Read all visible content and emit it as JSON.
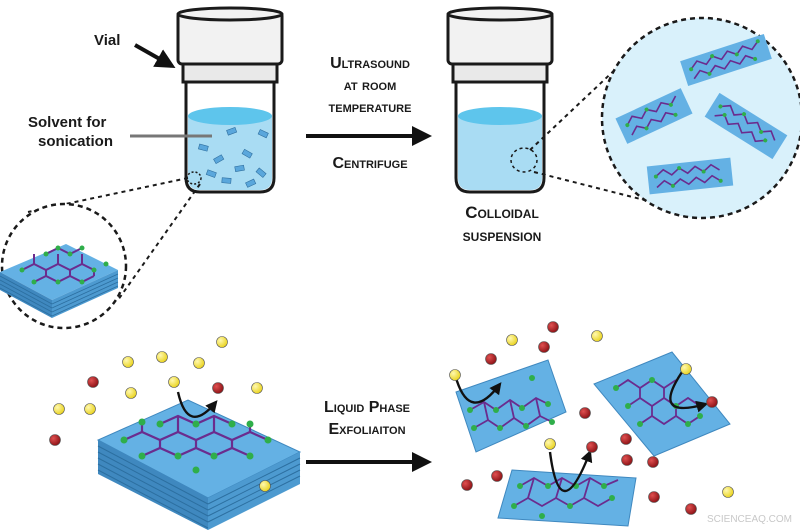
{
  "labels": {
    "vial": "Vial",
    "solvent_line1": "Solvent for",
    "solvent_line2": "sonication",
    "step1_line1": "Ultrasound",
    "step1_line2": "at room",
    "step1_line3": "temperature",
    "step2": "Centrifuge",
    "result_line1": "Colloidal",
    "result_line2": "suspension",
    "process_line1": "Liquid Phase",
    "process_line2": "Exfoliaiton",
    "watermark": "SCIENCEAQ.COM"
  },
  "colors": {
    "cap": "#f2f2f2",
    "liquid": "#a9dcf3",
    "liquid_surface": "#5ec5ec",
    "sheet": "#64b1e4",
    "sheet_edge": "#3f88bf",
    "bond": "#6b2c8e",
    "node": "#2fae4a",
    "yellow_ball": "#f1e22a",
    "red_ball": "#a0161b",
    "text": "#1a1a1a"
  }
}
